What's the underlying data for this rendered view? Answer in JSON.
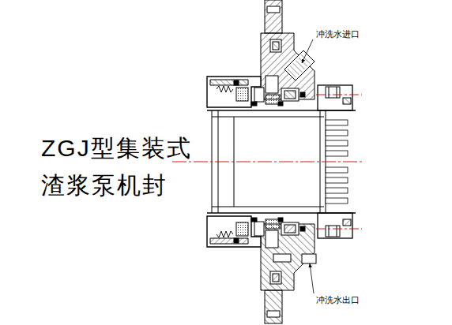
{
  "diagram": {
    "title": "ZGJ型集装式 渣浆泵机封",
    "labels": [
      "冲洗水进口",
      "冲洗水出口"
    ]
  }
}
